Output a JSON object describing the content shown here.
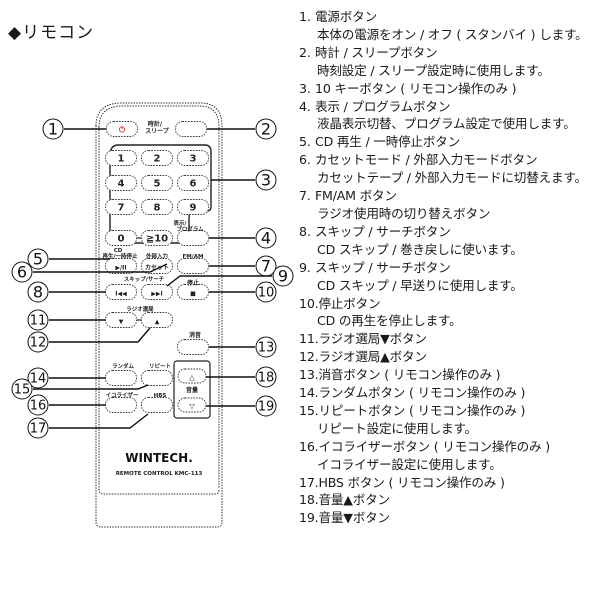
{
  "title": "◆リモコン",
  "remote": {
    "brand": "WINTECH.",
    "model": "REMOTE CONTROL KMC-113",
    "labels": {
      "clock_sleep": [
        "時計/",
        "スリープ"
      ],
      "display_program": [
        "表示/",
        "プログラム"
      ],
      "cd": "CD",
      "play_pause": "再生/一時停止",
      "aux": "外部入力",
      "fmam": "FM/AM",
      "skip_search": "スキップ/サーチ",
      "stop": "停止",
      "radio_tune": "ラジオ選局",
      "mute": "消音",
      "random": "ランダム",
      "repeat": "リピート",
      "equalizer": "イコライザー",
      "hbs": "HBS",
      "volume": "音量"
    },
    "buttons": {
      "power_icon": "power-icon",
      "keys": [
        "1",
        "2",
        "3",
        "4",
        "5",
        "6",
        "7",
        "8",
        "9",
        "0",
        "≧10"
      ],
      "play_pause_glyph": "▶/II",
      "cassette": "カセット",
      "prev_glyph": "I◀◀",
      "next_glyph": "▶▶I",
      "stop_glyph": "■",
      "tune_down": "▼",
      "tune_up": "▲",
      "vol_up": "△",
      "vol_down": "▽"
    },
    "callouts": [
      "①",
      "②",
      "③",
      "④",
      "⑤",
      "⑥",
      "⑦",
      "⑧",
      "⑨",
      "⑩",
      "⑪",
      "⑫",
      "⑬",
      "⑭",
      "⑮",
      "⑯",
      "⑰",
      "⑱",
      "⑲"
    ],
    "power_color": "#e05050"
  },
  "descriptions": [
    {
      "num": "1.",
      "title": "電源ボタン",
      "sub": "本体の電源をオン / オフ ( スタンバイ ) します。"
    },
    {
      "num": "2.",
      "title": "時計 / スリープボタン",
      "sub": "時刻設定 / スリープ設定時に使用します。"
    },
    {
      "num": "3.",
      "title": "10 キーボタン ( リモコン操作のみ )",
      "sub": ""
    },
    {
      "num": "4.",
      "title": "表示 / プログラムボタン",
      "sub": "液晶表示切替、プログラム設定で使用します。"
    },
    {
      "num": "5.",
      "title": "CD 再生 / 一時停止ボタン",
      "sub": ""
    },
    {
      "num": "6.",
      "title": "カセットモード / 外部入力モードボタン",
      "sub": "カセットテープ / 外部入力モードに切替えます。"
    },
    {
      "num": "7.",
      "title": "FM/AM ボタン",
      "sub": "ラジオ使用時の切り替えボタン"
    },
    {
      "num": "8.",
      "title": "スキップ / サーチボタン",
      "sub": "CD スキップ / 巻き戻しに使います。"
    },
    {
      "num": "9.",
      "title": "スキップ / サーチボタン",
      "sub": "CD スキップ / 早送りに使用します。"
    },
    {
      "num": "10.",
      "title": "停止ボタン",
      "sub": "CD の再生を停止します。"
    },
    {
      "num": "11.",
      "title": "ラジオ選局▼ボタン",
      "sub": ""
    },
    {
      "num": "12.",
      "title": "ラジオ選局▲ボタン",
      "sub": ""
    },
    {
      "num": "13.",
      "title": "消音ボタン ( リモコン操作のみ )",
      "sub": ""
    },
    {
      "num": "14.",
      "title": "ランダムボタン ( リモコン操作のみ )",
      "sub": ""
    },
    {
      "num": "15.",
      "title": "リピートボタン ( リモコン操作のみ )",
      "sub": "リピート設定に使用します。"
    },
    {
      "num": "16.",
      "title": "イコライザーボタン ( リモコン操作のみ )",
      "sub": "イコライザー設定に使用します。"
    },
    {
      "num": "17.",
      "title": "HBS ボタン ( リモコン操作のみ )",
      "sub": ""
    },
    {
      "num": "18.",
      "title": "音量▲ボタン",
      "sub": ""
    },
    {
      "num": "19.",
      "title": "音量▼ボタン",
      "sub": ""
    }
  ]
}
